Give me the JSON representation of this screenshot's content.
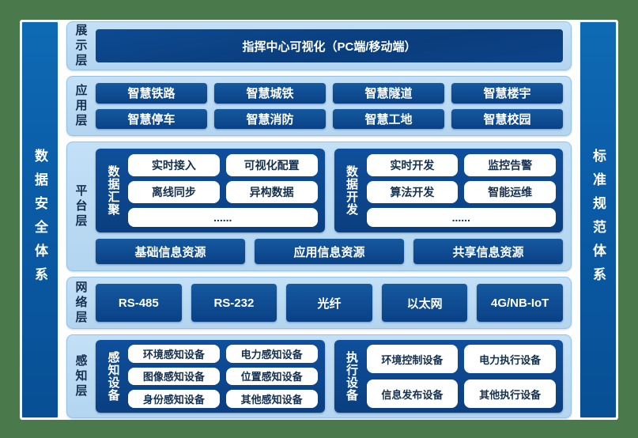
{
  "colors": {
    "frame_green": "#4a7a4c",
    "card_white": "#ffffff",
    "panel_light_blue": "#b9d9f3",
    "pillar_blue": "#0a5ba6",
    "box_dark_blue": "#0d4c95",
    "banner_navy": "#0a3d7c",
    "chip_text": "#14304f",
    "text_white": "#ffffff"
  },
  "left_pillar": {
    "label": "数据安全体系"
  },
  "right_pillar": {
    "label": "标准规范体系"
  },
  "layers": [
    {
      "label": "展示层",
      "banner": "指挥中心可视化（PC端/移动端）"
    },
    {
      "label": "应用层",
      "boxes": [
        "智慧铁路",
        "智慧城铁",
        "智慧隧道",
        "智慧楼宇",
        "智慧停车",
        "智慧消防",
        "智慧工地",
        "智慧校园"
      ]
    },
    {
      "label": "平台层",
      "groups": [
        {
          "label": "数据汇聚",
          "items": [
            "实时接入",
            "可视化配置",
            "离线同步",
            "异构数据"
          ],
          "more": "......"
        },
        {
          "label": "数据开发",
          "items": [
            "实时开发",
            "监控告警",
            "算法开发",
            "智能运维"
          ],
          "more": "......"
        }
      ],
      "resources": [
        "基础信息资源",
        "应用信息资源",
        "共享信息资源"
      ]
    },
    {
      "label": "网络层",
      "boxes": [
        "RS-485",
        "RS-232",
        "光纤",
        "以太网",
        "4G/NB-IoT"
      ]
    },
    {
      "label": "感知层",
      "groups": [
        {
          "label": "感知设备",
          "items": [
            "环境感知设备",
            "电力感知设备",
            "图像感知设备",
            "位置感知设备",
            "身份感知设备",
            "其他感知设备"
          ]
        },
        {
          "label": "执行设备",
          "items": [
            "环境控制设备",
            "电力执行设备",
            "信息发布设备",
            "其他执行设备"
          ]
        }
      ]
    }
  ]
}
